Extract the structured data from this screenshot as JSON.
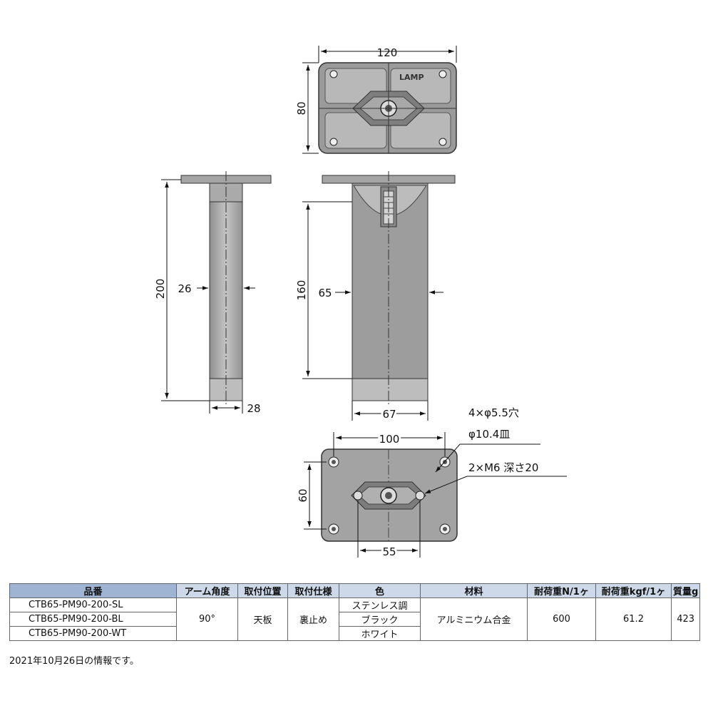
{
  "dimensions": {
    "top_width": "120",
    "top_height": "80",
    "side_height": "200",
    "side_diameter": "26",
    "side_foot": "28",
    "front_height": "160",
    "front_width": "65",
    "front_foot": "67",
    "bottom_width": "100",
    "bottom_height": "60",
    "bottom_hole_span": "55"
  },
  "callouts": {
    "holes": "4×φ5.5穴",
    "countersink": "φ10.4皿",
    "thread": "2×M6 深さ20"
  },
  "logo_text": "LAMP",
  "table": {
    "headers": [
      "品番",
      "アーム角度",
      "取付位置",
      "取付仕様",
      "色",
      "材料",
      "耐荷重N/1ヶ",
      "耐荷重kgf/1ヶ",
      "質量g"
    ],
    "rows": [
      {
        "part": "CTB65-PM90-200-SL",
        "color": "ステンレス調"
      },
      {
        "part": "CTB65-PM90-200-BL",
        "color": "ブラック"
      },
      {
        "part": "CTB65-PM90-200-WT",
        "color": "ホワイト"
      }
    ],
    "shared": {
      "angle": "90°",
      "position": "天板",
      "spec": "裏止め",
      "material": "アルミニウム合金",
      "load_n": "600",
      "load_kgf": "61.2",
      "mass": "423"
    }
  },
  "note": "2021年10月26日の情報です。"
}
